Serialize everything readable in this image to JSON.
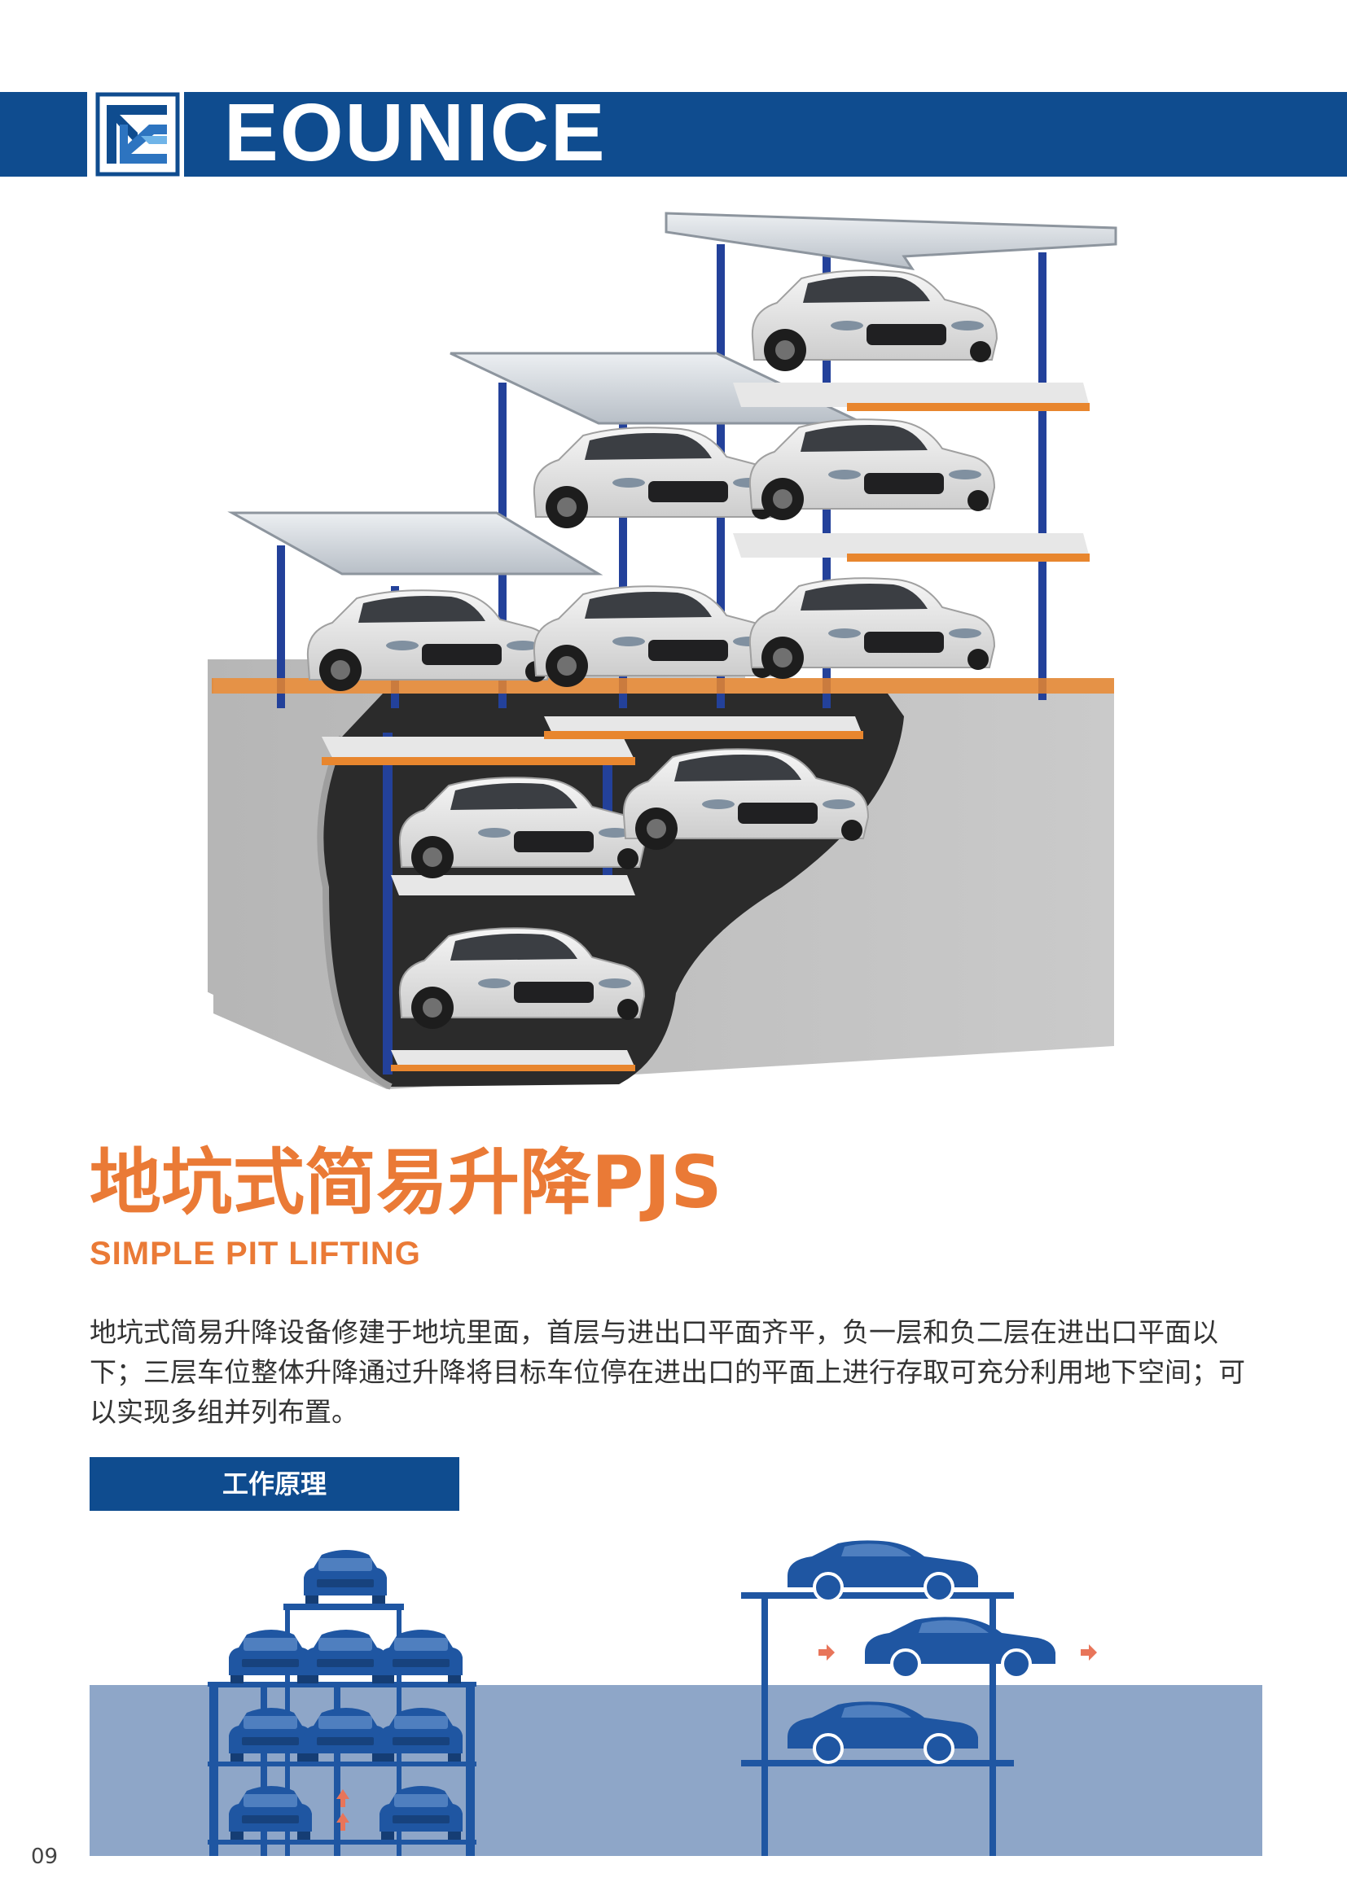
{
  "header": {
    "brand_name": "EOUNICE",
    "logo_icon": "eounice-logo-icon",
    "brand_color": "#0f4c8f"
  },
  "hero": {
    "image": "pit-parking-system-3d-render",
    "accent_color": "#e8862e",
    "frame_color": "#23419a"
  },
  "product": {
    "title_cn": "地坑式简易升降PJS",
    "title_en": "SIMPLE PIT LIFTING",
    "title_color": "#ea7a36",
    "description": "地坑式简易升降设备修建于地坑里面，首层与进出口平面齐平，负一层和负二层在进出口平面以下；三层车位整体升降通过升降将目标车位停在进出口的平面上进行存取可充分利用地下空间；可以实现多组并列布置。"
  },
  "section": {
    "label": "工作原理"
  },
  "diagram": {
    "left_view": "front-view-3-columns-4-levels",
    "right_view": "side-view-car-shift",
    "ground_color": "#8ea6c8",
    "car_color": "#1f56a2",
    "arrow_color": "#e8755a"
  },
  "footer": {
    "page_number": "09"
  }
}
